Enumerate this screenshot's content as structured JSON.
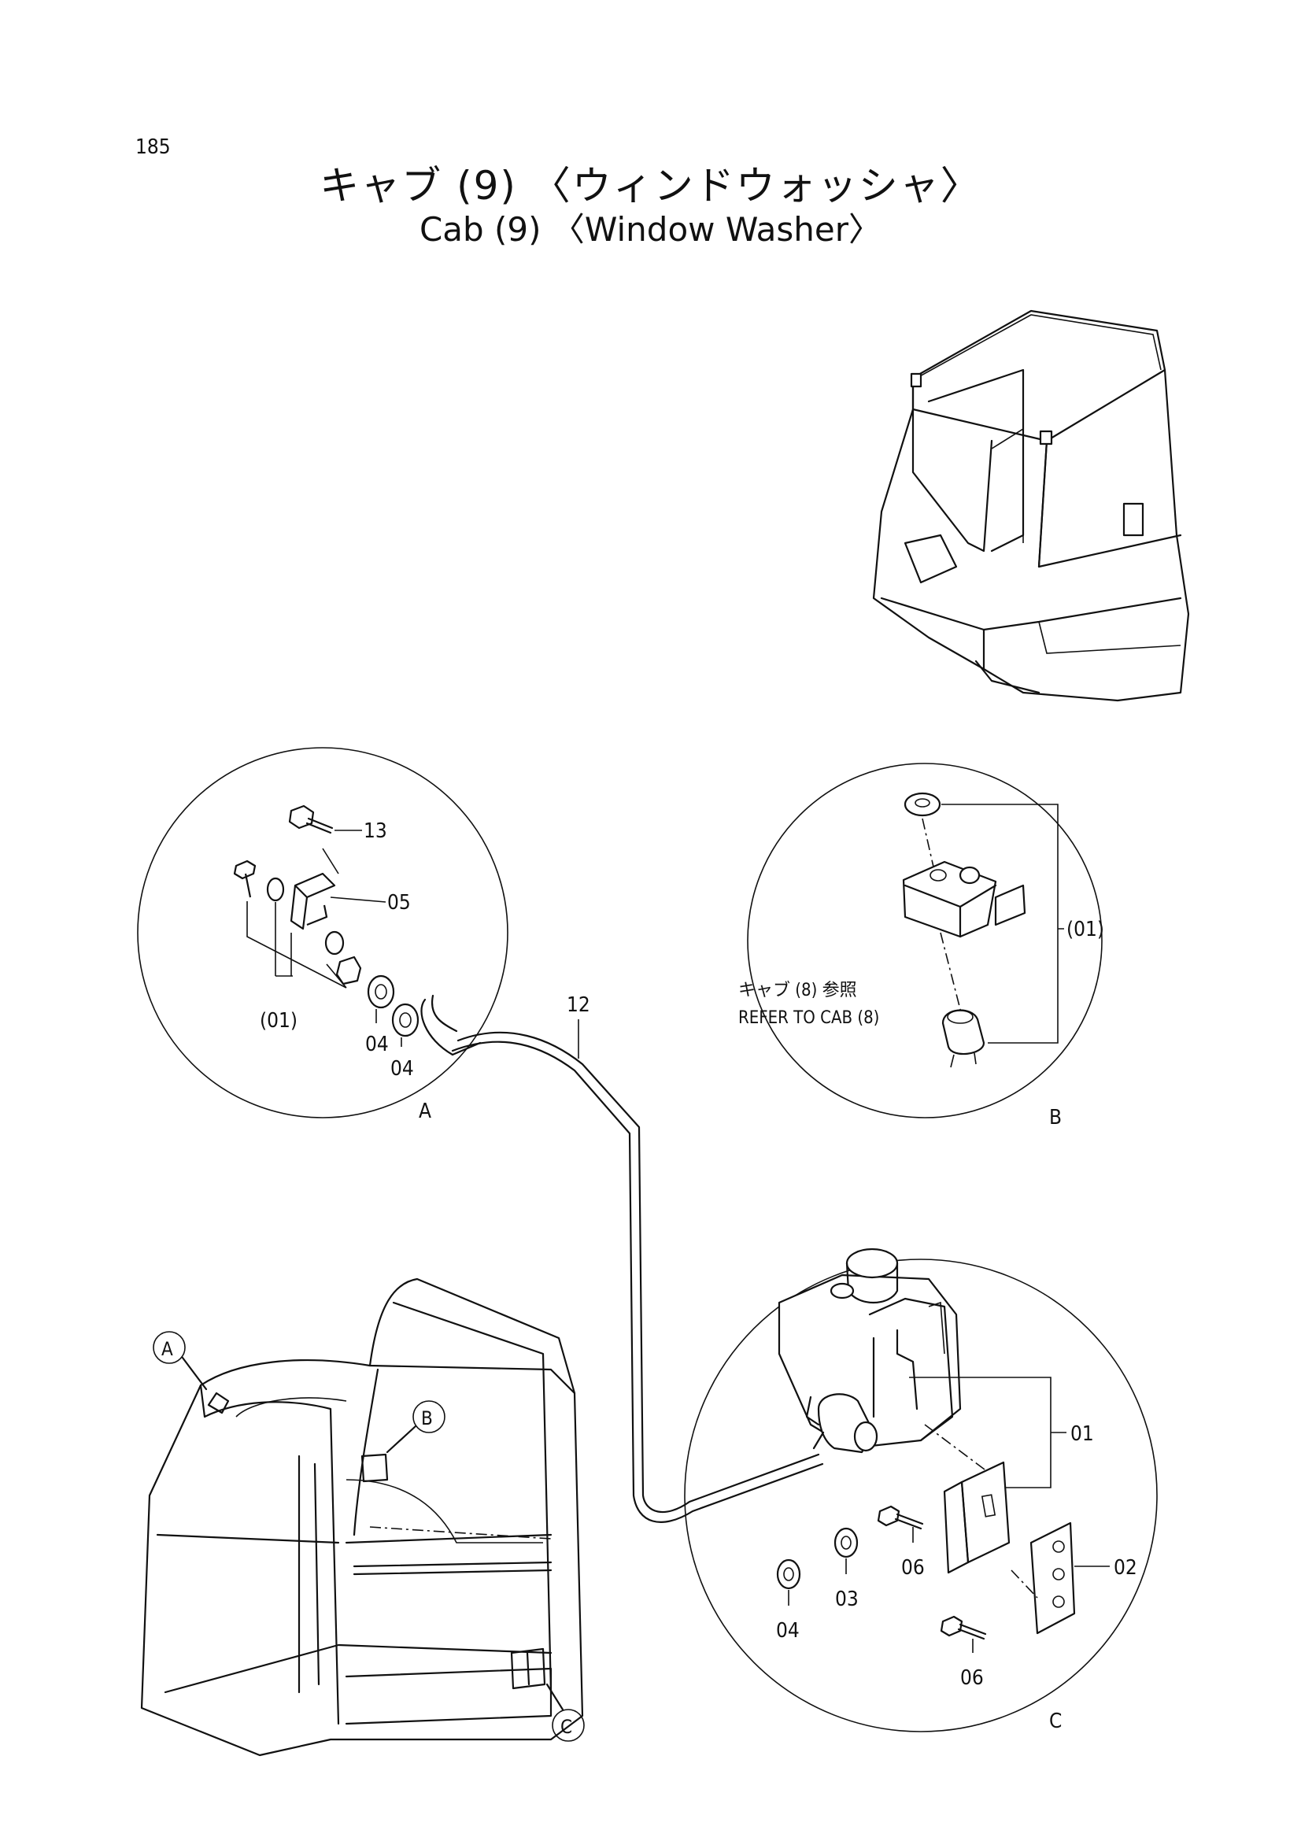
{
  "page_number": "185",
  "title_jp": "キャブ (9) 〈ウィンドウォッシャ〉",
  "title_en": "Cab (9) 〈Window Washer〉",
  "detail_a": {
    "letter": "A",
    "labels": {
      "p13": "13",
      "p05": "05",
      "p01": "(01)",
      "p04a": "04",
      "p04b": "04"
    }
  },
  "detail_b": {
    "letter": "B",
    "labels": {
      "p01": "(01)",
      "ref_jp": "キャブ (8) 参照",
      "ref_en": "REFER TO CAB (8)"
    }
  },
  "detail_c": {
    "letter": "C",
    "labels": {
      "p01": "01",
      "p02": "02",
      "p03": "03",
      "p04": "04",
      "p06a": "06",
      "p06b": "06"
    }
  },
  "hose_label": "12",
  "cab_callouts": {
    "a": "A",
    "b": "B",
    "c": "C"
  }
}
